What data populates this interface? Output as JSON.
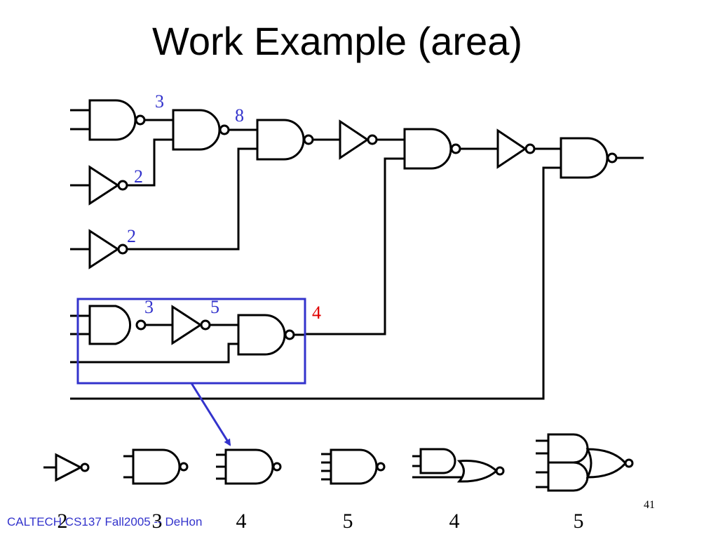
{
  "slide": {
    "title": "Work Example (area)",
    "footer": "CALTECH CS137 Fall2005 -- DeHon",
    "page_number": "41"
  },
  "colors": {
    "annotation_blue": "#3333cc",
    "annotation_red": "#e00000",
    "highlight_box": "#3333cc",
    "footer_text": "#3333cc"
  },
  "circuit": {
    "area_labels": {
      "nand_first": "3",
      "nand_second": "8",
      "inv_second_row": "2",
      "inv_third_row": "2",
      "box_nand": "3",
      "box_inv": "5",
      "box_total": "4"
    }
  },
  "library": {
    "costs": [
      "2",
      "3",
      "4",
      "5",
      "4",
      "5"
    ]
  }
}
